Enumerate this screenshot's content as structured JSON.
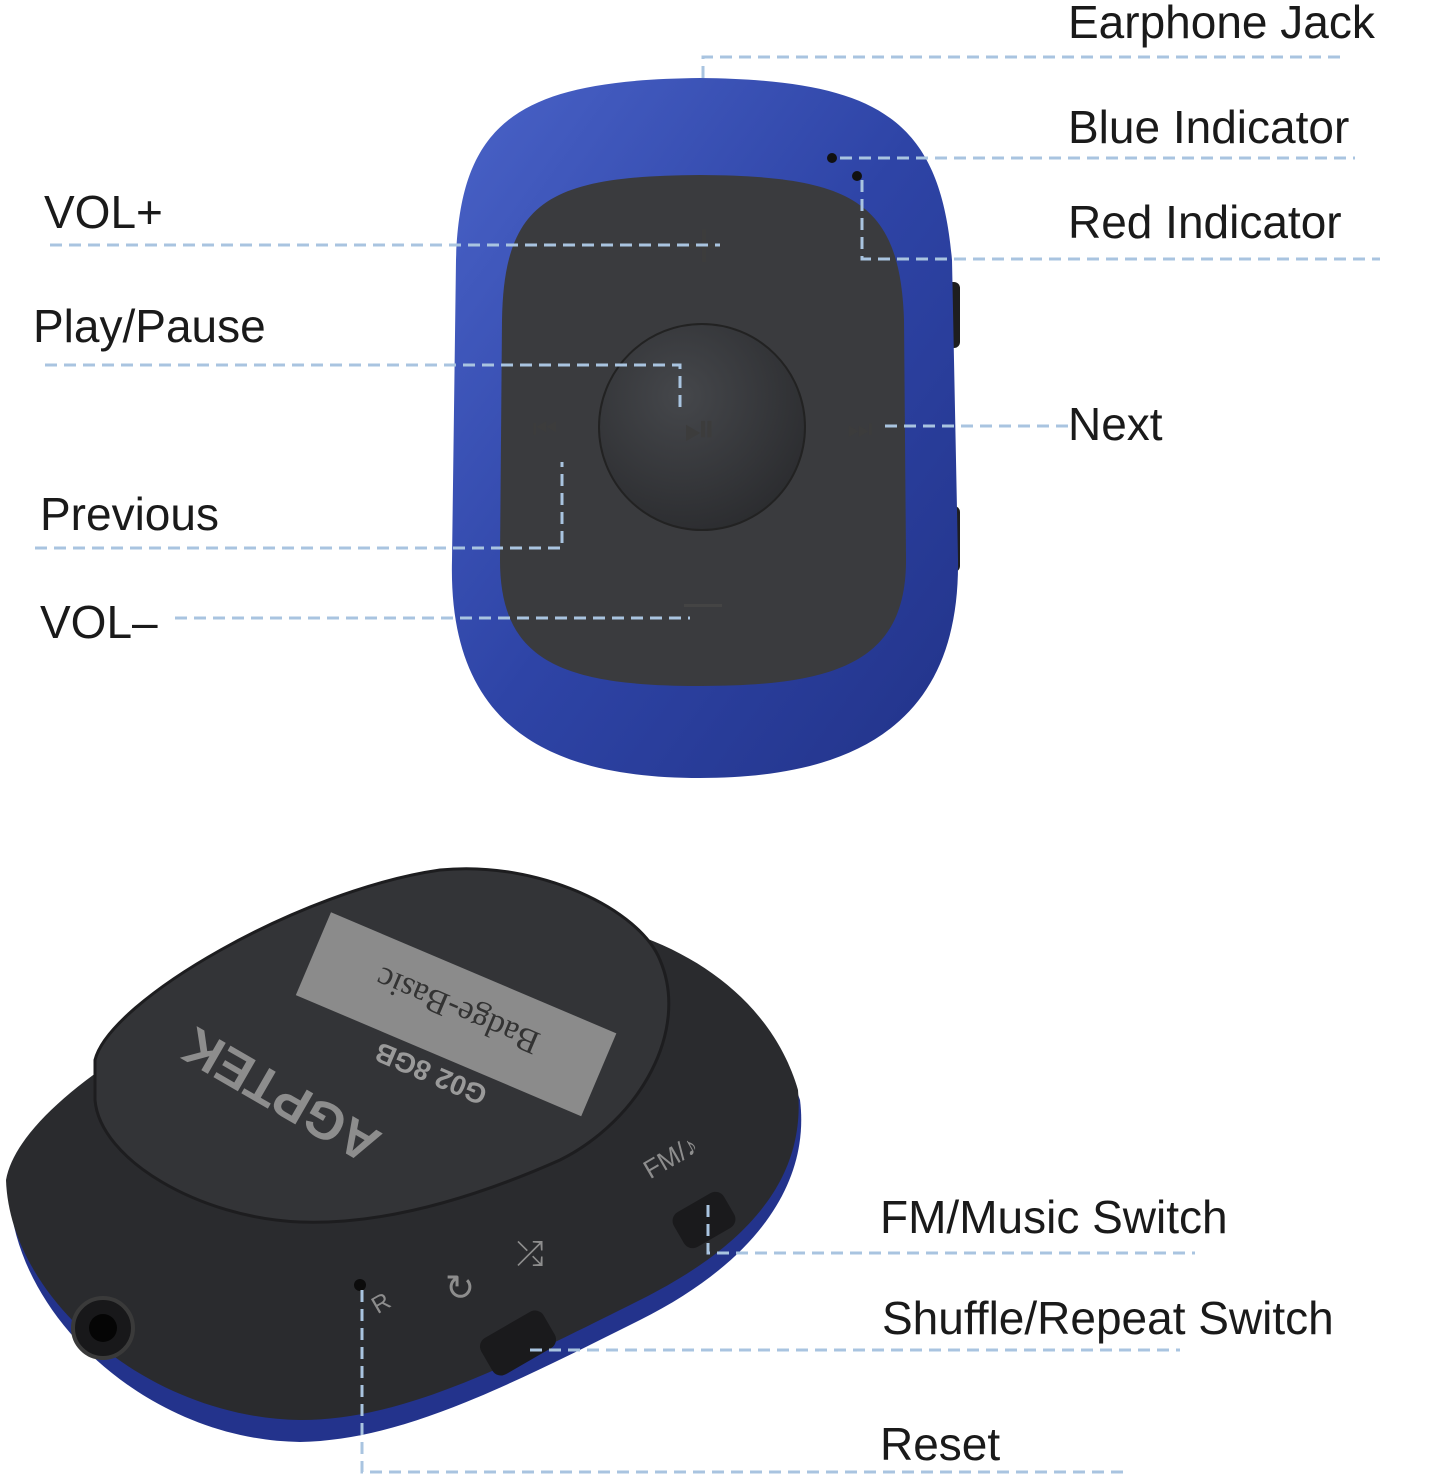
{
  "labels": {
    "earphone_jack": "Earphone Jack",
    "blue_indicator": "Blue Indicator",
    "red_indicator": "Red Indicator",
    "vol_plus": "VOL+",
    "play_pause": "Play/Pause",
    "next": "Next",
    "previous": "Previous",
    "vol_minus": "VOL–",
    "fm_music_switch": "FM/Music Switch",
    "shuffle_repeat_switch": "Shuffle/Repeat Switch",
    "reset": "Reset"
  },
  "device": {
    "brand": "AGPTEK",
    "model": "G02 8GB",
    "sticker": "Badge-Basic",
    "fm_mark": "FM/♪",
    "reset_mark": "R",
    "body_color": "#2f45a8",
    "face_color": "#3a3b3e"
  }
}
